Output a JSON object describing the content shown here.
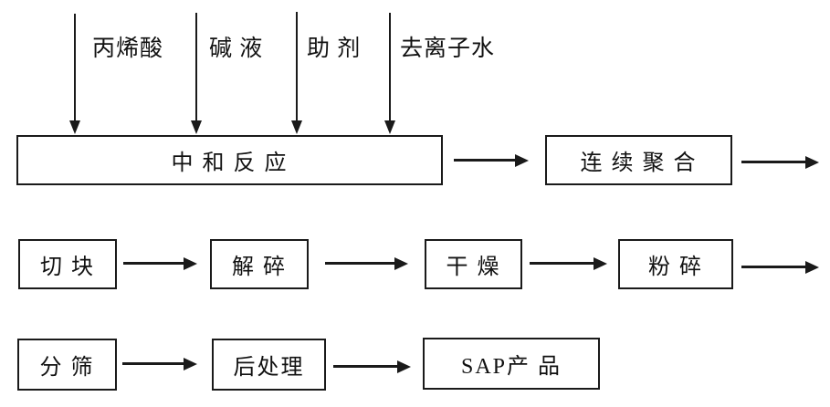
{
  "flowchart": {
    "title_hint": "SAP production process flow diagram",
    "colors": {
      "line": "#1a1a1a",
      "background": "#ffffff"
    },
    "inputs": [
      {
        "label": "丙烯酸"
      },
      {
        "label": "碱 液"
      },
      {
        "label": "助 剂"
      },
      {
        "label": "去离子水"
      }
    ],
    "stage1": {
      "neutralization": "中 和 反 应",
      "polymerization": "连 续 聚 合"
    },
    "stage2": {
      "cutting": "切 块",
      "crushing": "解 碎",
      "drying": "干 燥",
      "pulverizing": "粉 碎"
    },
    "stage3": {
      "sieving": "分 筛",
      "post_processing": "后处理",
      "sap_product": "SAP产 品"
    }
  }
}
